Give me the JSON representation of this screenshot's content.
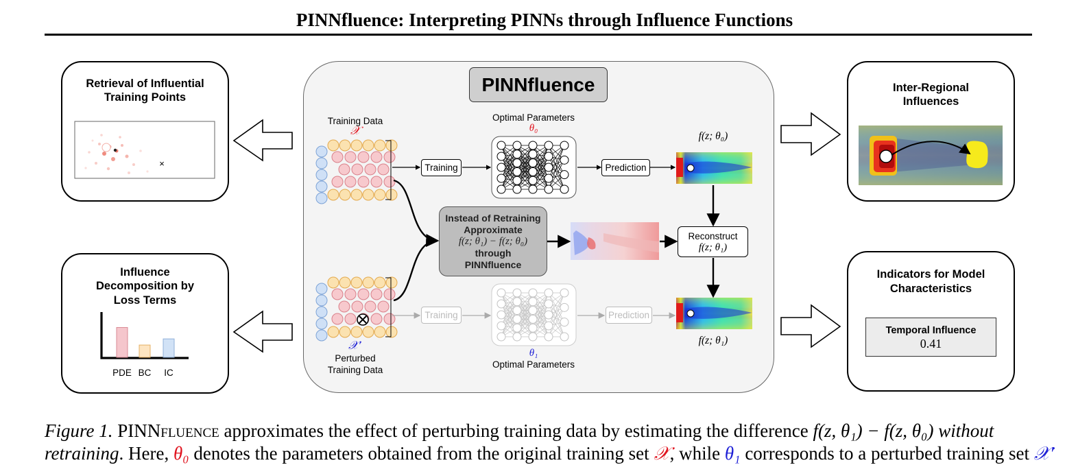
{
  "header": {
    "title": "PINNfluence: Interpreting PINNs through Influence Functions"
  },
  "left_top": {
    "title_line1": "Retrieval of Influential",
    "title_line2": "Training Points",
    "marker": "×"
  },
  "left_bottom": {
    "title_line1": "Influence",
    "title_line2": "Decomposition by",
    "title_line3": "Loss Terms",
    "bars": [
      {
        "label": "PDE",
        "value": 0.68
      },
      {
        "label": "BC",
        "value": 0.28
      },
      {
        "label": "IC",
        "value": 0.42
      }
    ]
  },
  "right_top": {
    "title_line1": "Inter-Regional",
    "title_line2": "Influences"
  },
  "right_bottom": {
    "title_line1": "Indicators for Model",
    "title_line2": "Characteristics",
    "metric_label": "Temporal Influence",
    "metric_value": "0.41"
  },
  "center": {
    "title": "PINNfluence",
    "training_data": "Training Data",
    "x_symbol": "𝒳",
    "xprime_symbol": "𝒳′",
    "perturbed_line1": "Perturbed",
    "perturbed_line2": "Training Data",
    "optimal_params": "Optimal Parameters",
    "theta0": "θ₀",
    "theta1": "θ₁",
    "training": "Training",
    "prediction": "Prediction",
    "f_theta0": "f(z; θ₀)",
    "f_theta1": "f(z; θ₁)",
    "approx_line1": "Instead of Retraining",
    "approx_line2": "Approximate",
    "approx_formula": "f(z; θ₁) − f(z; θ₀)",
    "approx_line3": "through",
    "approx_line4": "PINNfluence",
    "reconstruct": "Reconstruct"
  },
  "caption": {
    "fig": "Figure 1.",
    "part1": " PINN",
    "part1_sc": "fluence",
    "part2": " approximates the effect of perturbing training data by estimating the difference ",
    "formula": "f(z, θ₁) − f(z, θ₀)",
    "part3": " without",
    "line2_a": "retraining",
    "line2_b": ". Here, ",
    "line2_theta0": "θ₀",
    "line2_c": " denotes the parameters obtained from the original training set ",
    "line2_x": "𝒳",
    "line2_d": ", while ",
    "line2_theta1": "θ₁",
    "line2_e": " corresponds to a perturbed training set ",
    "line2_xp": "𝒳′"
  },
  "colors": {
    "accent_red": "#e0121d",
    "accent_blue": "#1e20d6",
    "panel": "#f4f4f4",
    "approx_box": "#bdbdbd"
  }
}
